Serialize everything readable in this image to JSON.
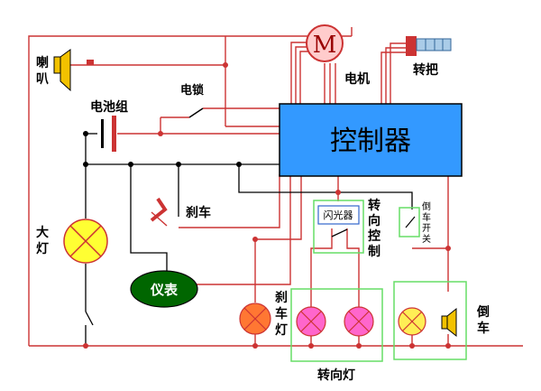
{
  "labels": {
    "horn": "喇叭",
    "battery": "电池组",
    "lock": "电锁",
    "motor": "电机",
    "motor_symbol": "M",
    "throttle": "转把",
    "controller": "控制器",
    "brake": "刹车",
    "headlight": "大灯",
    "meter": "仪表",
    "flasher": "闪光器",
    "turn_control": "转向控制",
    "reverse_switch": "倒车开关",
    "brake_light": "刹车灯",
    "turn_lights": "转向灯",
    "reverse": "倒车"
  },
  "colors": {
    "wire": "#cc3333",
    "controller_fill": "#3399ff",
    "headlight_fill": "#ffff33",
    "meter_fill": "#006600",
    "brake_light_fill": "#ff7733",
    "turn_light_fill": "#ff66cc",
    "reverse_light_fill": "#ffee55",
    "green_box": "#66dd66"
  }
}
